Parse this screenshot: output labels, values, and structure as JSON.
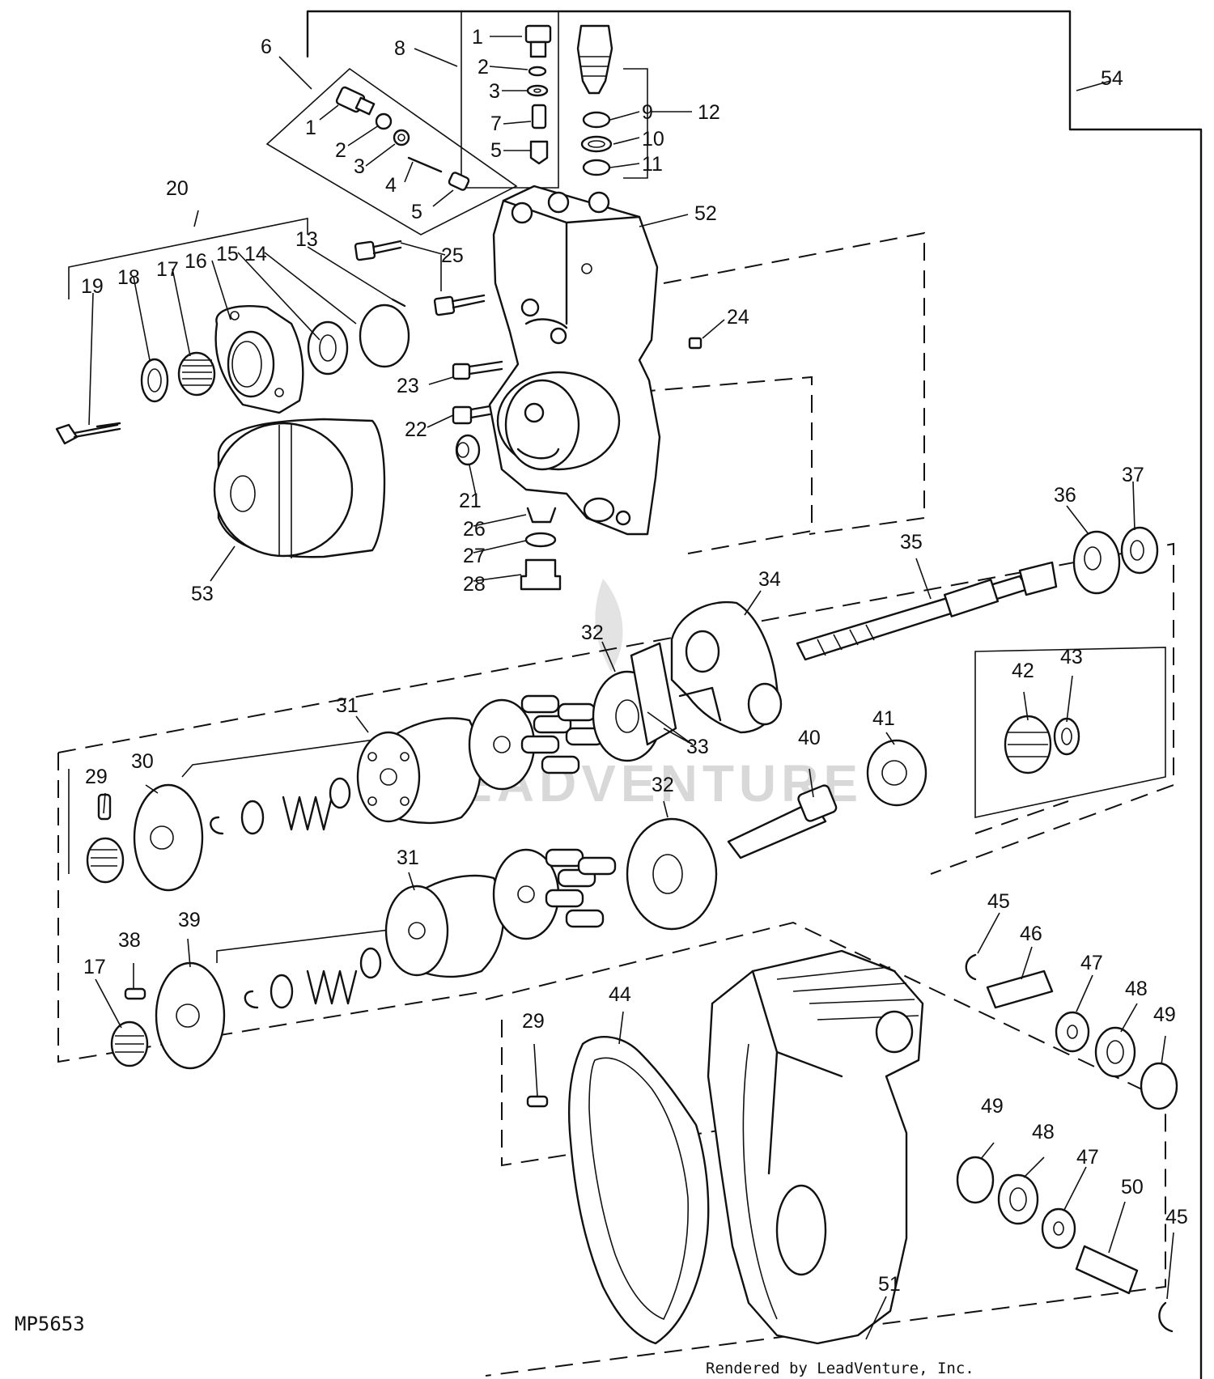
{
  "figure_code": "MP5653",
  "credit": "Rendered by LeadVenture, Inc.",
  "watermark": "LEADVENTURE",
  "callouts": [
    "1",
    "2",
    "3",
    "7",
    "5",
    "8",
    "1",
    "2",
    "3",
    "4",
    "5",
    "6",
    "9",
    "10",
    "11",
    "12",
    "54",
    "20",
    "52",
    "13",
    "14",
    "15",
    "16",
    "17",
    "18",
    "19",
    "25",
    "24",
    "23",
    "22",
    "21",
    "26",
    "27",
    "28",
    "53",
    "34",
    "35",
    "36",
    "37",
    "32",
    "31",
    "33",
    "29",
    "30",
    "40",
    "41",
    "42",
    "43",
    "32",
    "31",
    "17",
    "38",
    "39",
    "45",
    "46",
    "47",
    "48",
    "49",
    "29",
    "44",
    "49",
    "48",
    "47",
    "50",
    "45",
    "51"
  ]
}
